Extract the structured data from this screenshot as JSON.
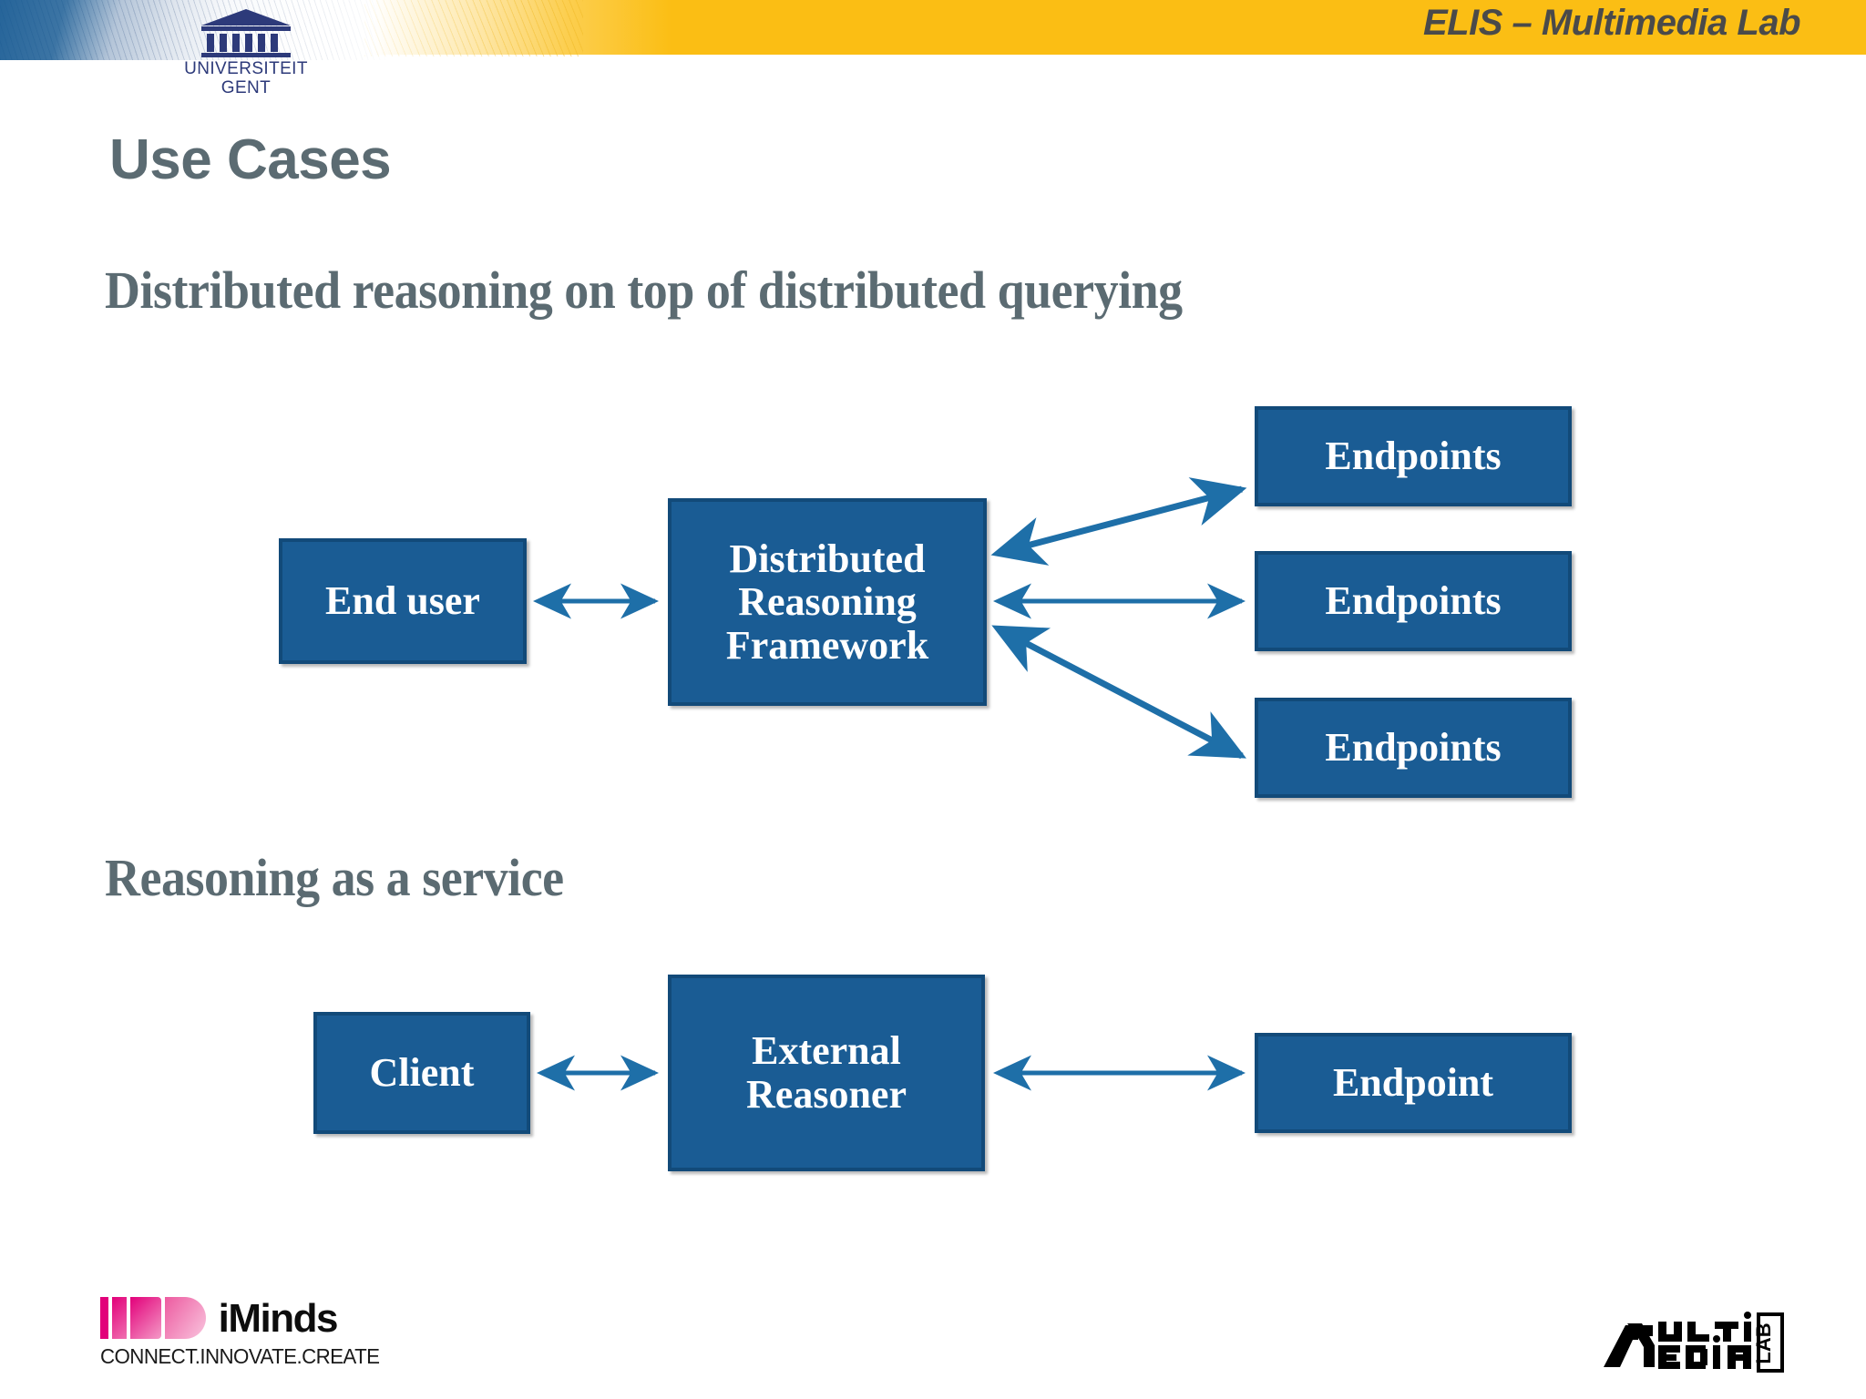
{
  "header": {
    "lab_label": "ELIS – Multimedia Lab",
    "university_line1": "UNIVERSITEIT",
    "university_line2": "GENT",
    "colors": {
      "yellow": "#FBBE14",
      "blue": "#1A5C94"
    }
  },
  "slide": {
    "title": "Use Cases",
    "sections": [
      {
        "heading": "Distributed reasoning on top of distributed querying"
      },
      {
        "heading": "Reasoning as a service"
      }
    ]
  },
  "diagram": {
    "node_fill": "#1A5C94",
    "node_border": "#124A79",
    "arrow_color": "#1E6FA8",
    "nodes": {
      "end_user": "End user",
      "framework_l1": "Distributed",
      "framework_l2": "Reasoning",
      "framework_l3": "Framework",
      "endpoint_1": "Endpoints",
      "endpoint_2": "Endpoints",
      "endpoint_3": "Endpoints",
      "client": "Client",
      "external_reasoner_l1": "External",
      "external_reasoner_l2": "Reasoner",
      "endpoint_service": "Endpoint"
    }
  },
  "footer": {
    "iminds_name": "iMinds",
    "iminds_tagline": "CONNECT.INNOVATE.CREATE",
    "mmlab_line1": "MULTi",
    "mmlab_line2": "MEDiA",
    "mmlab_badge": "LAB"
  }
}
